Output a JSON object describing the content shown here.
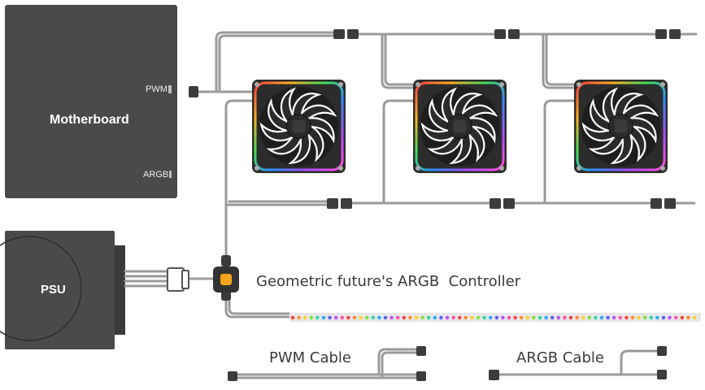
{
  "motherboard": {
    "label": "Motherboard",
    "pwm_port": "PWM",
    "argb_port": "ARGB"
  },
  "psu": {
    "label": "PSU"
  },
  "controller": {
    "label": "Geometric future's ARGB  Controller",
    "accent": "#f3a51c"
  },
  "fans": {
    "count": 3,
    "rgb_colors": [
      "#ff3b3b",
      "#ffb020",
      "#3ee05a",
      "#2f8cff",
      "#b04cff",
      "#ff4fd8"
    ]
  },
  "legend": {
    "pwm_cable": "PWM Cable",
    "argb_cable": "ARGB Cable"
  },
  "colors": {
    "box": "#4a4a4a",
    "cable": "#9a9a9a",
    "connector": "#3c3c3c",
    "text": "#3a3a3a"
  },
  "led_strip": {
    "colors": [
      "#ff3b3b",
      "#ff8a2a",
      "#ffd02a",
      "#7be23a",
      "#2ad6a0",
      "#2aa8ff",
      "#5a5cff",
      "#c04cff",
      "#ff4fa8"
    ]
  }
}
